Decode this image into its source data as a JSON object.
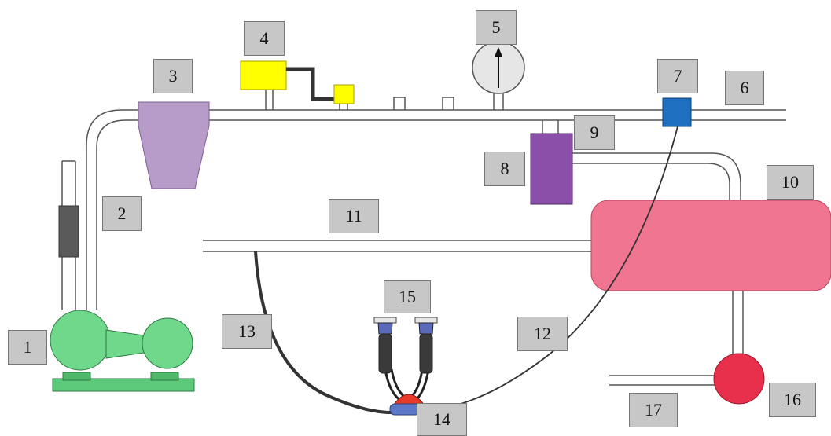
{
  "labels": {
    "l1": "1",
    "l2": "2",
    "l3": "3",
    "l4": "4",
    "l5": "5",
    "l6": "6",
    "l7": "7",
    "l8": "8",
    "l9": "9",
    "l10": "10",
    "l11": "11",
    "l12": "12",
    "l13": "13",
    "l14": "14",
    "l15": "15",
    "l16": "16",
    "l17": "17"
  },
  "colors": {
    "pump": "#6fd88a",
    "pump_base": "#5cc879",
    "trap": "#b79cc9",
    "regulator": "#ffff00",
    "gauge": "#e6e6e6",
    "sensor": "#1f6fc0",
    "pulsator": "#8a4fa8",
    "receiver": "#ef7590",
    "milk_pump": "#e8304c",
    "claw_top": "#e83a2a",
    "claw_bottom": "#5b78c8",
    "pipe_stroke": "#555555",
    "label_bg": "#c7c7c7"
  }
}
